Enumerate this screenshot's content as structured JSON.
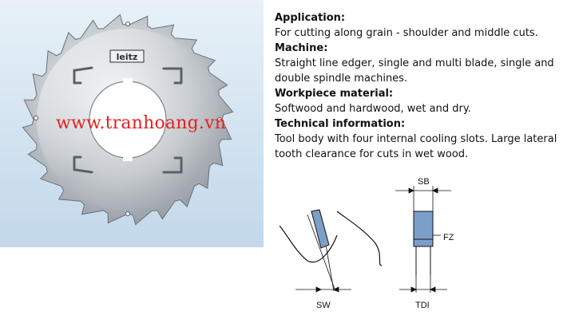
{
  "watermark": "www.tranhoang.vn",
  "blade_logo": "leitz",
  "sections": [
    {
      "heading": "Application:",
      "body": "For cutting along grain - shoulder and middle cuts."
    },
    {
      "heading": "Machine:",
      "body": "Straight line edger, single and multi blade, single and double spindle machines."
    },
    {
      "heading": "Workpiece material:",
      "body": "Softwood and hardwood, wet and dry."
    },
    {
      "heading": "Technical information:",
      "body": "Tool body with four internal cooling slots. Large lateral tooth clearance for cuts in wet wood."
    }
  ],
  "diagram": {
    "labels": {
      "sb": "SB",
      "fz": "FZ",
      "sw": "SW",
      "tdi": "TDI"
    }
  },
  "colors": {
    "watermark": "#e8201e",
    "tooth_tip": "#7c9fc9",
    "panel_bg": "#d2e3f0"
  }
}
